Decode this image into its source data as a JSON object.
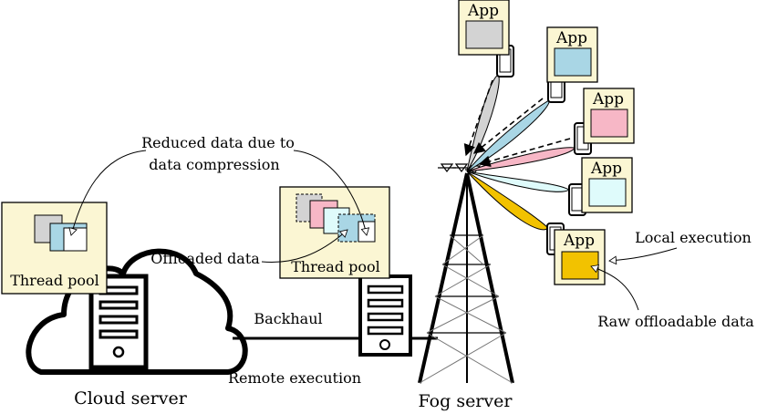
{
  "labels": {
    "reduced_line1": "Reduced data due to",
    "reduced_line2": "data compression",
    "offloaded": "Offloaded data",
    "thread_pool": "Thread pool",
    "backhaul": "Backhaul",
    "remote_execution": "Remote execution",
    "cloud_server": "Cloud server",
    "fog_server": "Fog server",
    "local_execution": "Local execution",
    "raw_offloadable": "Raw offloadable data"
  },
  "apps": [
    {
      "label": "App",
      "color": "#d3d3d3"
    },
    {
      "label": "App",
      "color": "#a9d6e5"
    },
    {
      "label": "App",
      "color": "#f7b7c6"
    },
    {
      "label": "App",
      "color": "#dffbfb"
    },
    {
      "label": "App",
      "color": "#f2c200"
    }
  ],
  "colors": {
    "panel": "#fbf6d3",
    "gray": "#d3d3d3",
    "blue": "#a9d6e5",
    "pink": "#f7b7c6",
    "cyan": "#dffbfb",
    "yellow": "#f2c200"
  }
}
